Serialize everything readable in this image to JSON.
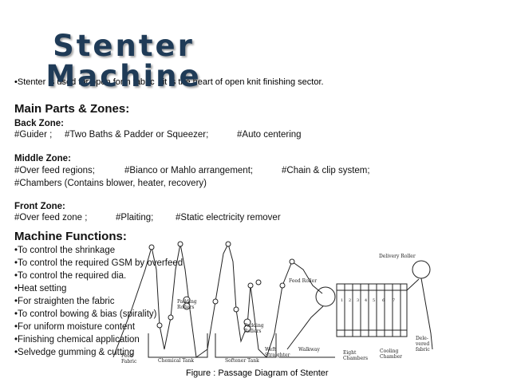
{
  "title": {
    "line1": "Stenter",
    "line2": "Machine"
  },
  "intro": {
    "bullet": "•Stenter is used for open form fabric; it is the heart of open knit finishing sector.",
    "prefix": "•Stenter is used for open form fabric",
    "suffix": "; it is the heart of open knit finishing sector."
  },
  "main_heading": "Main Parts & Zones:",
  "back_zone": {
    "label": "Back Zone:",
    "items": [
      "#Guider ;",
      "#Two Baths & Padder or Squeezer;",
      "#Auto centering"
    ]
  },
  "middle_zone": {
    "label": "Middle Zone:",
    "row1": [
      "#Over feed regions;",
      "#Bianco or Mahlo arrangement;",
      "#Chain & clip system;"
    ],
    "row2": "#Chambers (Contains blower, heater, recovery)"
  },
  "front_zone": {
    "label": "Front Zone:",
    "items": [
      "#Over feed zone ;",
      "#Plaiting;",
      "#Static electricity remover"
    ]
  },
  "functions": {
    "heading": "Machine Functions:",
    "items": [
      "•To control the shrinkage",
      "•To control the required GSM by overfeed",
      "•To control the required dia.",
      "•Heat setting",
      "•For straighten the fabric",
      "•To control bowing & bias (spirality)",
      "•For uniform moisture content",
      "•Finishing chemical application",
      "•Selvedge gumming & cutting"
    ]
  },
  "diagram": {
    "labels": {
      "delivery_roller": "Delivery Roller",
      "feed_roller": "Feed Roller",
      "padding_rollers_1a": "Padding",
      "padding_rollers_1b": "Rollers",
      "padding_rollers_2a": "Padding",
      "padding_rollers_2b": "Rollers",
      "chemical_tank": "Chemical Tank",
      "softener_tank": "Softener Tank",
      "feed_fabric_a": "Feed",
      "feed_fabric_b": "Fabric",
      "weft_a": "Weft",
      "weft_b": "Straighter",
      "walkway": "Walkway",
      "eight_a": "Eight",
      "eight_b": "Chambers",
      "cooling_a": "Cooling",
      "cooling_b": "Chamber",
      "dele_a": "Dele-",
      "dele_b": "vered",
      "dele_c": "fabric"
    },
    "chamber_numbers": [
      "1",
      "2",
      "3",
      "4",
      "5",
      "6",
      "7"
    ]
  },
  "caption": "Figure : Passage Diagram of Stenter",
  "colors": {
    "title": "#1f3b57",
    "text": "#111111"
  }
}
